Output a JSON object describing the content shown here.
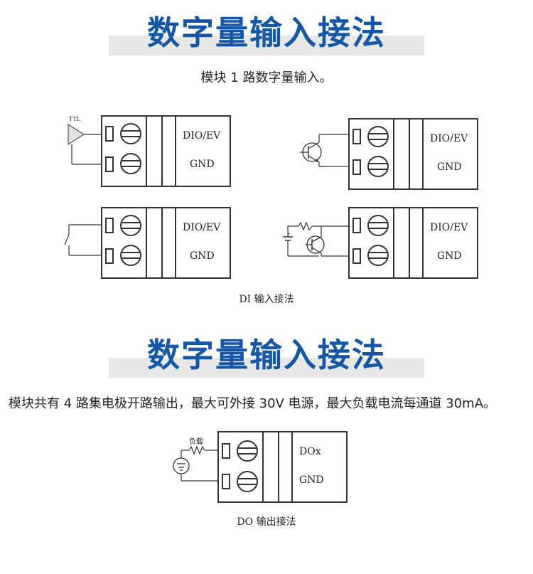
{
  "section1": {
    "title": "数字量输入接法",
    "description": "模块 1 路数字量输入。",
    "caption": "DI 输入接法",
    "terminal_labels": [
      "DIO/EV",
      "GND"
    ],
    "ttl_label": "TTL"
  },
  "section2": {
    "title": "数字量输入接法",
    "description": "模块共有 4 路集电极开路输出，最大可外接 30V 电源，最大负载电流每通道 30mA。",
    "caption": "DO 输出接法",
    "terminal_labels": [
      "DOx",
      "GND"
    ],
    "load_label": "负载"
  },
  "colors": {
    "title": "#1556a6",
    "title_bar": "#e8e8e8",
    "line": "#333333"
  }
}
